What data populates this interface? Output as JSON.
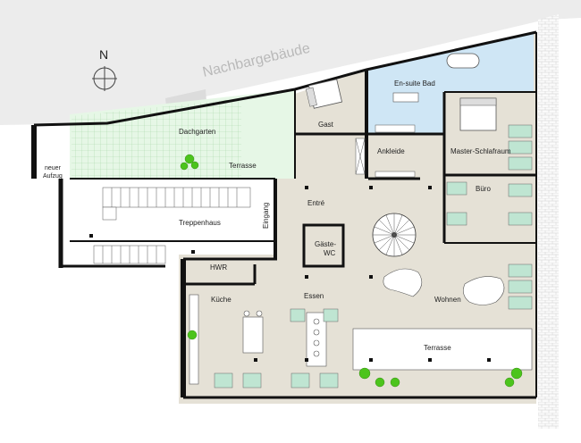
{
  "compass": {
    "letter": "N"
  },
  "neighbor": {
    "label": "Nachbargebäude"
  },
  "rooms": {
    "dachgarten": "Dachgarten",
    "terrasse_top": "Terrasse",
    "aufzug_line1": "neuer",
    "aufzug_line2": "Aufzug",
    "treppenhaus": "Treppenhaus",
    "eingang": "Eingang",
    "entre": "Entré",
    "gast": "Gast",
    "ensuite": "En-suite Bad",
    "ankleide": "Ankleide",
    "master": "Master-Schlafraum",
    "buero": "Büro",
    "gaeste_line1": "Gäste-",
    "gaeste_line2": "WC",
    "hwr": "HWR",
    "kueche": "Küche",
    "essen": "Essen",
    "wohnen": "Wohnen",
    "terrasse_bottom": "Terrasse"
  },
  "colors": {
    "floor": "#e5e1d6",
    "garden": "#e6f7e6",
    "bath": "#cfe6f5",
    "neighbor": "#ececec",
    "wall": "#111111",
    "plant": "#4cc41c",
    "glass": "#bfe5d2"
  }
}
